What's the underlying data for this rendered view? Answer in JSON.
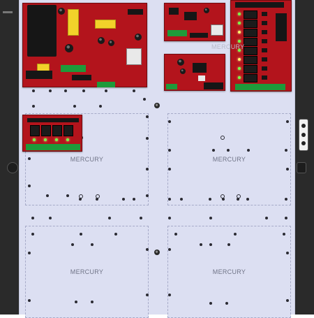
{
  "zones": {
    "top_left": "",
    "top_right": "MERCURY",
    "mid_left": "MERCURY",
    "mid_right": "MERCURY",
    "bottom_left": "MERCURY",
    "bottom_right": "MERCURY"
  },
  "colors": {
    "pcb": "#b3141c",
    "backplate": "#dcdff2",
    "enclosure": "#3a3a3a",
    "terminal_green": "#1e9a3a",
    "led_green": "#78ff4a"
  }
}
